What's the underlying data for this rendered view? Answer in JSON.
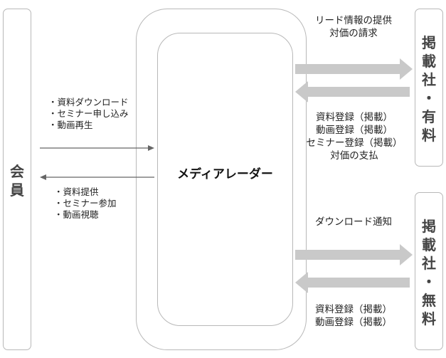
{
  "member_box": {
    "chars": [
      "会",
      "員"
    ]
  },
  "paid_box": {
    "chars": [
      "掲",
      "載",
      "社",
      "・",
      "有",
      "料"
    ]
  },
  "free_box": {
    "chars": [
      "掲",
      "載",
      "社",
      "・",
      "無",
      "料"
    ]
  },
  "center": {
    "label": "メディアレーダー"
  },
  "member_to_center": [
    "資料ダウンロード",
    "セミナー申し込み",
    "動画再生"
  ],
  "center_to_member": [
    "資料提供",
    "セミナー参加",
    "動画視聴"
  ],
  "paid_top": [
    "リード情報の提供",
    "対価の請求"
  ],
  "paid_bottom": [
    "資料登録（掲載）",
    "動画登録（掲載）",
    "セミナー登録（掲載）",
    "対価の支払"
  ],
  "free_top": [
    "ダウンロード通知"
  ],
  "free_bottom": [
    "資料登録（掲載）",
    "動画登録（掲載）"
  ],
  "colors": {
    "thick_arrow": "#c9c9c9",
    "thin_arrow": "#666666",
    "border": "#b8b8b8"
  }
}
